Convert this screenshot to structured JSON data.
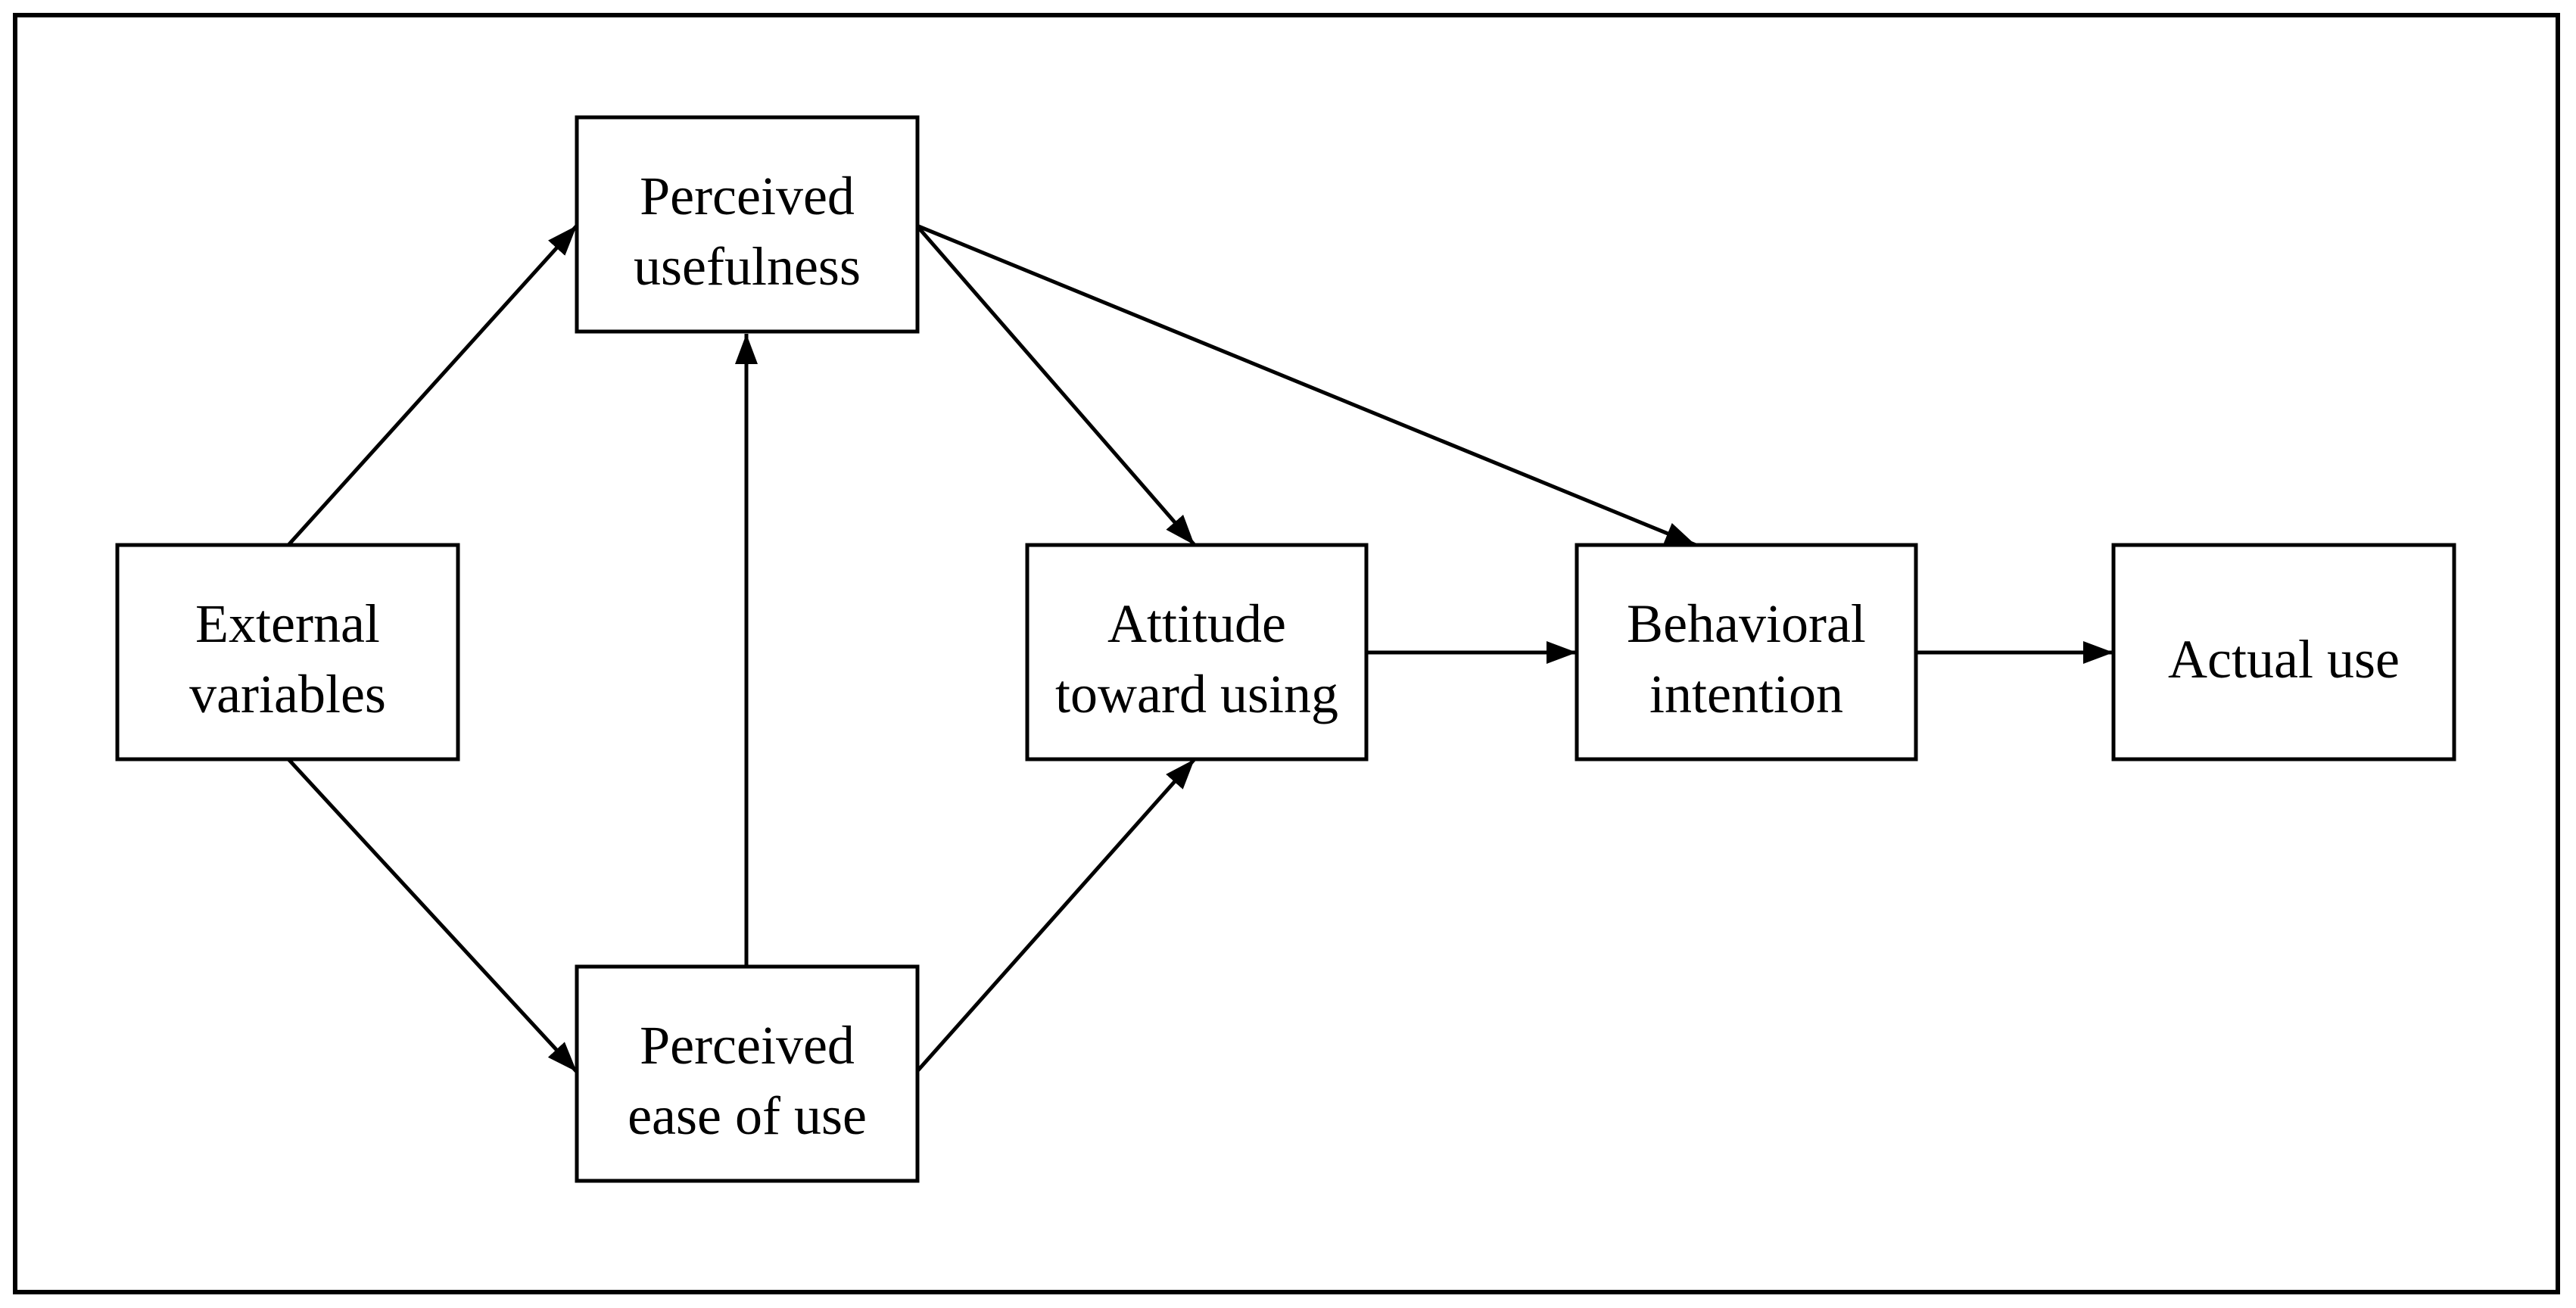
{
  "diagram": {
    "nodes": {
      "external": {
        "line1": "External",
        "line2": "variables"
      },
      "usefulness": {
        "line1": "Perceived",
        "line2": "usefulness"
      },
      "ease": {
        "line1": "Perceived",
        "line2": "ease of use"
      },
      "attitude": {
        "line1": "Attitude",
        "line2": "toward using"
      },
      "intention": {
        "line1": "Behavioral",
        "line2": "intention"
      },
      "actual": {
        "line1": "Actual use"
      }
    }
  }
}
